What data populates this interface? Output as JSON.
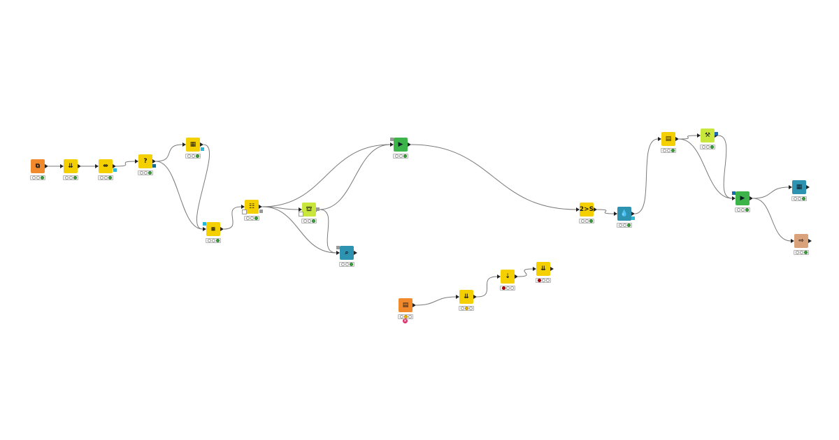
{
  "canvas": {
    "background": "#ffffff",
    "edge_color": "#7a7a7a"
  },
  "colors": {
    "source": "#f08a2c",
    "manipulator": "#f5d000",
    "learner": "#c8e63c",
    "predictor": "#3cb44a",
    "visualizer": "#2e93b0",
    "sink": "#d9a27a"
  },
  "nodes": [
    {
      "id": "n1",
      "icon": "file-reader-icon",
      "category": "source",
      "glyph": "⧉",
      "status": [
        "off",
        "off",
        "green"
      ]
    },
    {
      "id": "n2",
      "icon": "column-filter-icon",
      "category": "manipulator",
      "glyph": "⇊",
      "status": [
        "off",
        "off",
        "green"
      ]
    },
    {
      "id": "n3",
      "icon": "column-rename-icon",
      "category": "manipulator",
      "glyph": "⇹",
      "status": [
        "off",
        "off",
        "green"
      ]
    },
    {
      "id": "n4",
      "icon": "missing-value-icon",
      "category": "manipulator",
      "glyph": "?",
      "status": [
        "off",
        "off",
        "green"
      ]
    },
    {
      "id": "n5",
      "icon": "partitioning-icon",
      "category": "manipulator",
      "glyph": "▦",
      "status": [
        "off",
        "off",
        "green"
      ]
    },
    {
      "id": "n6",
      "icon": "apply-model-icon",
      "category": "manipulator",
      "glyph": "⧈",
      "status": [
        "off",
        "off",
        "green"
      ]
    },
    {
      "id": "n7",
      "icon": "normalizer-icon",
      "category": "manipulator",
      "glyph": "☷",
      "status": [
        "off",
        "off",
        "green"
      ]
    },
    {
      "id": "n8",
      "icon": "tree-learner-icon",
      "category": "learner",
      "glyph": "⛫",
      "status": [
        "off",
        "off",
        "green"
      ]
    },
    {
      "id": "n9",
      "icon": "tree-predictor-icon",
      "category": "predictor",
      "glyph": "▶",
      "status": [
        "off",
        "off",
        "green"
      ]
    },
    {
      "id": "n10",
      "icon": "tree-view-icon",
      "category": "visualizer",
      "glyph": "⌕",
      "status": [
        "off",
        "off",
        "green"
      ]
    },
    {
      "id": "n11",
      "icon": "number-to-string-icon",
      "category": "manipulator",
      "glyph": "2>S",
      "status": [
        "off",
        "off",
        "green"
      ]
    },
    {
      "id": "n12",
      "icon": "color-manager-icon",
      "category": "visualizer",
      "glyph": "💧",
      "status": [
        "off",
        "off",
        "green"
      ]
    },
    {
      "id": "n13",
      "icon": "table-partition-icon",
      "category": "manipulator",
      "glyph": "▤",
      "status": [
        "off",
        "off",
        "green"
      ]
    },
    {
      "id": "n14",
      "icon": "learner-icon",
      "category": "learner",
      "glyph": "⚒",
      "status": [
        "off",
        "off",
        "green"
      ]
    },
    {
      "id": "n15",
      "icon": "predictor-icon",
      "category": "predictor",
      "glyph": "▶",
      "status": [
        "off",
        "off",
        "green"
      ]
    },
    {
      "id": "n16",
      "icon": "table-view-icon",
      "category": "visualizer",
      "glyph": "▦",
      "status": [
        "off",
        "off",
        "green"
      ]
    },
    {
      "id": "n17",
      "icon": "model-writer-icon",
      "category": "sink",
      "glyph": "⇨",
      "status": [
        "off",
        "off",
        "green"
      ]
    },
    {
      "id": "n18",
      "icon": "table-reader-icon",
      "category": "source",
      "glyph": "▤",
      "status": [
        "off",
        "amber",
        "off"
      ],
      "error": true
    },
    {
      "id": "n19",
      "icon": "column-filter-icon",
      "category": "manipulator",
      "glyph": "⇊",
      "status": [
        "off",
        "amber",
        "off"
      ]
    },
    {
      "id": "n20",
      "icon": "row-splitter-icon",
      "category": "manipulator",
      "glyph": "⇣",
      "status": [
        "red",
        "off",
        "off"
      ]
    },
    {
      "id": "n21",
      "icon": "column-filter-icon",
      "category": "manipulator",
      "glyph": "⇊",
      "status": [
        "red",
        "off",
        "off"
      ]
    }
  ],
  "connections": [
    [
      "n1",
      "n2"
    ],
    [
      "n2",
      "n3"
    ],
    [
      "n3",
      "n4"
    ],
    [
      "n4",
      "n5"
    ],
    [
      "n4",
      "n6"
    ],
    [
      "n5",
      "n6"
    ],
    [
      "n6",
      "n7"
    ],
    [
      "n7",
      "n8"
    ],
    [
      "n7",
      "n9"
    ],
    [
      "n7",
      "n10"
    ],
    [
      "n8",
      "n9"
    ],
    [
      "n8",
      "n10"
    ],
    [
      "n9",
      "n11"
    ],
    [
      "n11",
      "n12"
    ],
    [
      "n12",
      "n13"
    ],
    [
      "n13",
      "n14"
    ],
    [
      "n13",
      "n15"
    ],
    [
      "n14",
      "n15"
    ],
    [
      "n15",
      "n16"
    ],
    [
      "n15",
      "n17"
    ],
    [
      "n18",
      "n19"
    ],
    [
      "n19",
      "n20"
    ],
    [
      "n20",
      "n21"
    ]
  ]
}
